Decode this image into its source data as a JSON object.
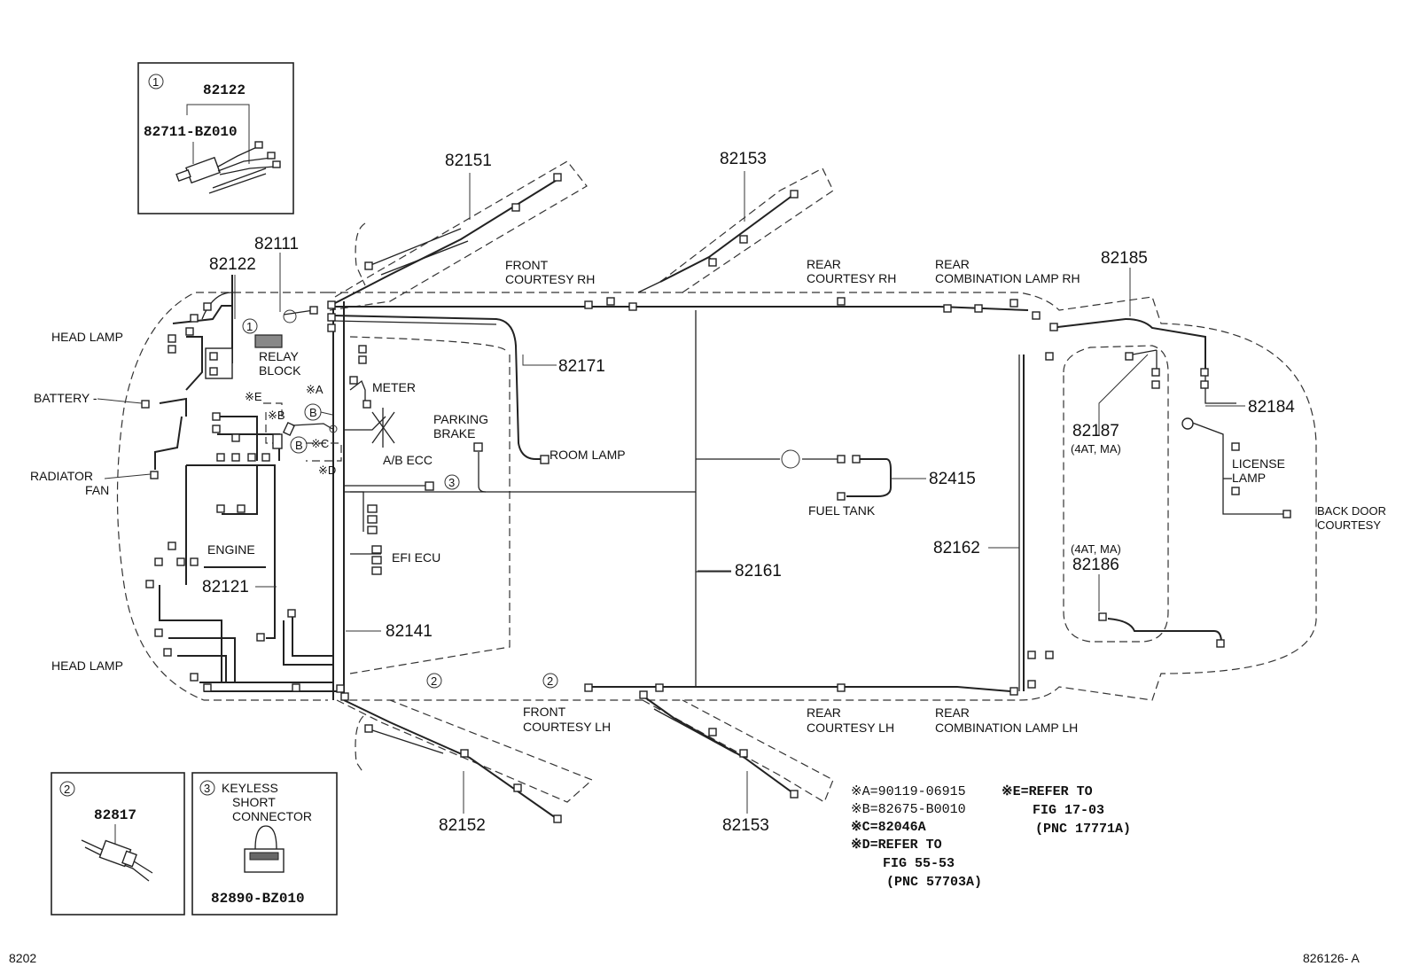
{
  "figure_ref": "8202",
  "figure_code": "826126- A",
  "inset1": {
    "marker": "1",
    "part_a": "82122",
    "part_b": "82711-BZ010"
  },
  "inset2": {
    "marker": "2",
    "part": "82817"
  },
  "inset3": {
    "marker": "3",
    "title_line1": "KEYLESS",
    "title_line2": "SHORT",
    "title_line3": "CONNECTOR",
    "part": "82890-BZ010"
  },
  "parts": {
    "p82151": "82151",
    "p82153_top": "82153",
    "p82111": "82111",
    "p82122": "82122",
    "p82185": "82185",
    "p82171": "82171",
    "p82184": "82184",
    "p82187": "82187",
    "p82415": "82415",
    "p82161": "82161",
    "p82162": "82162",
    "p82186": "82186",
    "p82121": "82121",
    "p82141": "82141",
    "p82152": "82152",
    "p82153_bottom": "82153"
  },
  "labels": {
    "head_lamp_top": "HEAD LAMP",
    "battery": "BATTERY -",
    "radiator_fan_1": "RADIATOR",
    "radiator_fan_2": "FAN",
    "head_lamp_bottom": "HEAD LAMP",
    "relay_1": "RELAY",
    "relay_2": "BLOCK",
    "meter": "METER",
    "parking_1": "PARKING",
    "parking_2": "BRAKE",
    "ab_ecc": "A/B ECC",
    "room_lamp": "ROOM LAMP",
    "engine": "ENGINE",
    "efi_ecu": "EFI ECU",
    "fuel_tank": "FUEL TANK",
    "front_courtesy_rh_1": "FRONT",
    "front_courtesy_rh_2": "COURTESY RH",
    "rear_courtesy_rh_1": "REAR",
    "rear_courtesy_rh_2": "COURTESY RH",
    "rear_comb_rh_1": "REAR",
    "rear_comb_rh_2": "COMBINATION LAMP RH",
    "front_courtesy_lh_1": "FRONT",
    "front_courtesy_lh_2": "COURTESY LH",
    "rear_courtesy_lh_1": "REAR",
    "rear_courtesy_lh_2": "COURTESY LH",
    "rear_comb_lh_1": "REAR",
    "rear_comb_lh_2": "COMBINATION LAMP LH",
    "license_1": "LICENSE",
    "license_2": "LAMP",
    "back_door_1": "BACK DOOR",
    "back_door_2": "COURTESY",
    "cond_4at_ma_top": "(4AT, MA)",
    "cond_4at_ma_bottom": "(4AT, MA)",
    "mark_a": "※A",
    "mark_b": "※B",
    "mark_c": "※C",
    "mark_d": "※D",
    "mark_e": "※E",
    "circ_b": "B",
    "circle_1": "1",
    "circle_2": "2",
    "circle_3": "3"
  },
  "notes": {
    "a": "※A=90119-06915",
    "b": "※B=82675-B0010",
    "c": "※C=82046A",
    "d1": "※D=REFER TO",
    "d2": "FIG 55-53",
    "d3": "(PNC 57703A)",
    "e1": "※E=REFER TO",
    "e2": "FIG 17-03",
    "e3": "(PNC 17771A)"
  }
}
